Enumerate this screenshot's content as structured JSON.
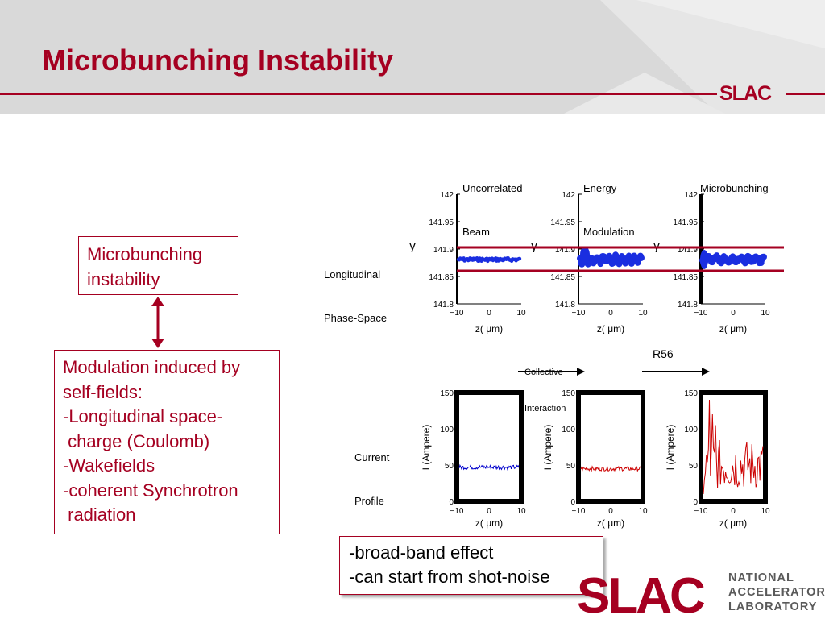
{
  "title": "Microbunching Instability",
  "logo": {
    "small_text": "SLAC",
    "big_text": "SLAC",
    "institution": [
      "NATIONAL",
      "ACCELERATOR",
      "LABORATORY"
    ]
  },
  "left_boxes": {
    "top": [
      "Microbunching",
      "instability"
    ],
    "bottom": [
      "Modulation induced by",
      "self-fields:",
      "-Longitudinal space-",
      " charge (Coulomb)",
      "-Wakefields",
      "-coherent Synchrotron",
      " radiation"
    ]
  },
  "bottom_box": [
    "-broad-band effect",
    "-can start from shot-noise"
  ],
  "figure": {
    "column_titles": [
      [
        "Uncorrelated",
        "Beam"
      ],
      [
        "Energy",
        "Modulation"
      ],
      [
        "Microbunching"
      ]
    ],
    "row_labels": {
      "phase_space": [
        "Longitudinal",
        "Phase-Space"
      ],
      "current": [
        "Current",
        "Profile"
      ]
    },
    "arrow_labels": {
      "collective": [
        "Collective",
        "Interaction"
      ],
      "r56": "R56"
    },
    "phase_space_ylabel": "γ",
    "current_ylabel": "I (Ampere)",
    "xlabel": "z( μm)",
    "phase_yticks": [
      "142",
      "141.95",
      "141.9",
      "141.85",
      "141.8"
    ],
    "current_yticks": [
      "150",
      "100",
      "50",
      "0"
    ],
    "xticks": [
      "−10",
      "0",
      "10"
    ]
  },
  "chart_data": [
    {
      "type": "scatter",
      "title": "Uncorrelated Beam",
      "xlabel": "z( μm)",
      "ylabel": "γ",
      "xlim": [
        -10,
        10
      ],
      "ylim": [
        141.8,
        142
      ],
      "description_values": {
        "x_range": [
          -10,
          10
        ],
        "gamma_center": 141.88
      }
    },
    {
      "type": "scatter",
      "title": "Energy Modulation",
      "xlabel": "z( μm)",
      "ylabel": "γ",
      "xlim": [
        -10,
        10
      ],
      "ylim": [
        141.8,
        142
      ],
      "description_values": {
        "x_range": [
          -10,
          10
        ],
        "gamma_center": 141.88
      }
    },
    {
      "type": "scatter",
      "title": "Microbunching",
      "xlabel": "z( μm)",
      "ylabel": "γ",
      "xlim": [
        -10,
        10
      ],
      "ylim": [
        141.8,
        142
      ],
      "description_values": {
        "x_range": [
          -10,
          10
        ],
        "gamma_center": 141.88
      }
    },
    {
      "type": "line",
      "xlabel": "z( μm)",
      "ylabel": "I (Ampere)",
      "xlim": [
        -10,
        10
      ],
      "ylim": [
        0,
        150
      ],
      "series": [
        {
          "color": "#0000cc",
          "mean": 47
        }
      ]
    },
    {
      "type": "line",
      "xlabel": "z( μm)",
      "ylabel": "I (Ampere)",
      "xlim": [
        -10,
        10
      ],
      "ylim": [
        0,
        150
      ],
      "series": [
        {
          "color": "#cc0000",
          "mean": 45
        }
      ]
    },
    {
      "type": "line",
      "xlabel": "z( μm)",
      "ylabel": "I (Ampere)",
      "xlim": [
        -10,
        10
      ],
      "ylim": [
        0,
        150
      ],
      "series": [
        {
          "color": "#cc0000",
          "mean": 50,
          "peak": 140
        }
      ]
    }
  ],
  "colors": {
    "brand": "#a50021",
    "header_bg": "#d9d9d9"
  }
}
